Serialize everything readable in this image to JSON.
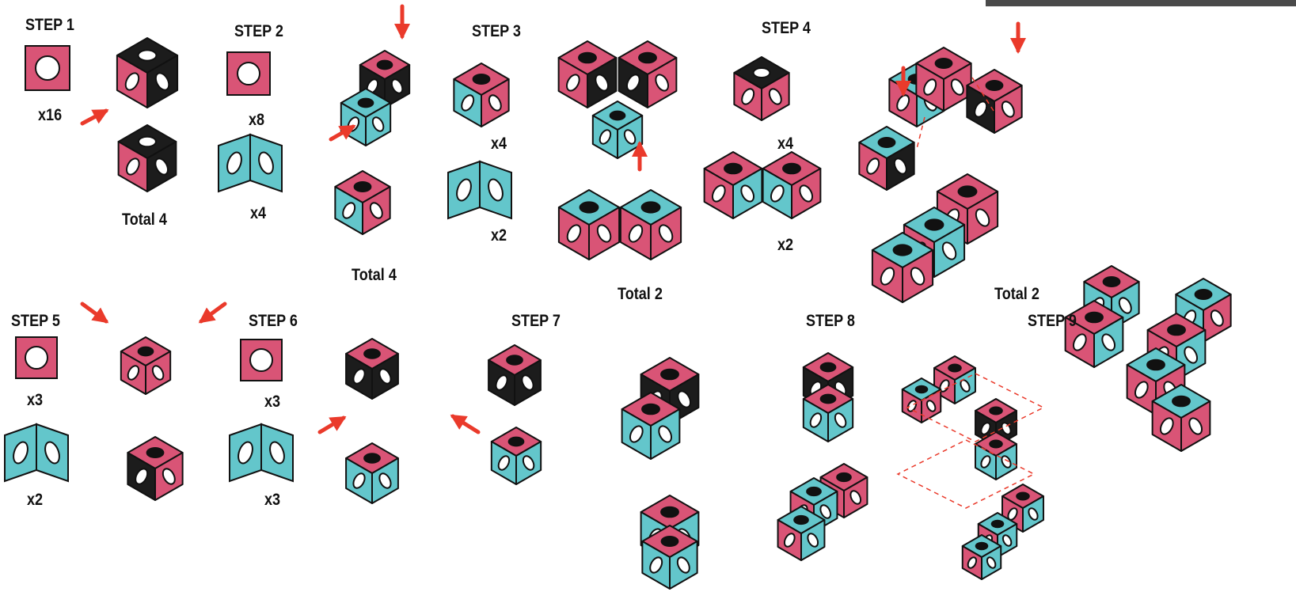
{
  "colors": {
    "pink": "#d95476",
    "teal": "#63c6cb",
    "black": "#1c1c1c",
    "arrow": "#ea3a2b",
    "guide": "#ea3a2b"
  },
  "steps": [
    {
      "id": 1,
      "title": "STEP 1",
      "labels": [
        "x16",
        "Total 4"
      ]
    },
    {
      "id": 2,
      "title": "STEP 2",
      "labels": [
        "x8",
        "x4"
      ]
    },
    {
      "id": 3,
      "title": "STEP 3",
      "labels": [
        "Total 4",
        "x4",
        "x2"
      ]
    },
    {
      "id": 4,
      "title": "STEP 4",
      "labels": [
        "Total 2",
        "x4",
        "x2"
      ]
    },
    {
      "id": 5,
      "title": "STEP 5",
      "labels": [
        "x3",
        "x2"
      ]
    },
    {
      "id": 6,
      "title": "STEP 6",
      "labels": [
        "x3",
        "x3"
      ]
    },
    {
      "id": 7,
      "title": "STEP 7",
      "labels": []
    },
    {
      "id": 8,
      "title": "STEP 8",
      "labels": []
    },
    {
      "id": 9,
      "title": "STEP 9",
      "labels": [
        "Total 2"
      ]
    }
  ]
}
